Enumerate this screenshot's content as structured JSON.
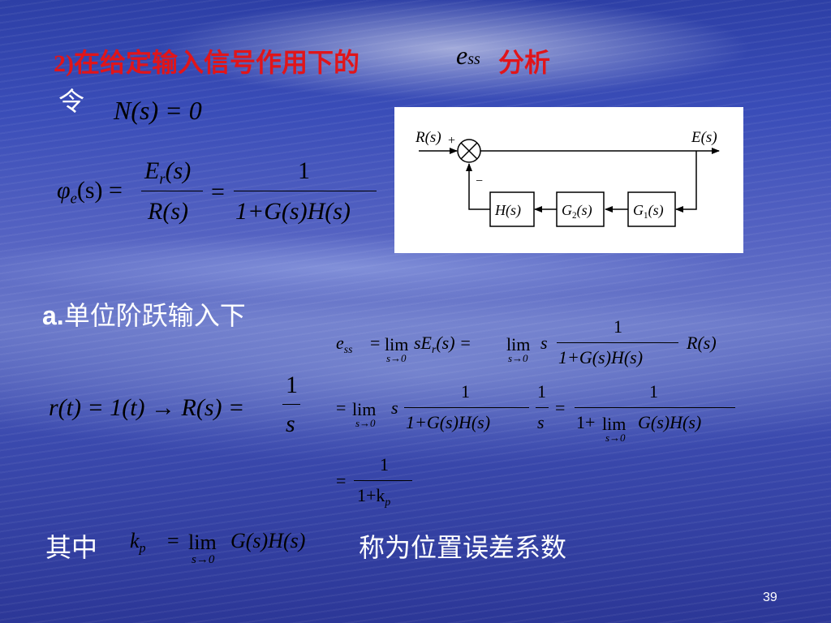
{
  "title": {
    "prefix": "2)",
    "chinese_before": "在给定输入信号作用下的",
    "symbol": "e",
    "symbol_sub": "ss",
    "chinese_after": "分析"
  },
  "let_label": "令",
  "eq_noise": "N(s) = 0",
  "phi": {
    "lhs": "φ",
    "lhs_sub": "e",
    "lhs_arg": "(s) =",
    "num1": "E",
    "num1_sub": "r",
    "num1_arg": "(s)",
    "den1": "R(s)",
    "eq": "=",
    "num2": "1",
    "den2": "1+G(s)H(s)"
  },
  "diagram": {
    "input": "R(s)",
    "output": "E(s)",
    "plus": "+",
    "minus": "−",
    "block_h": "H(s)",
    "block_g2": "G",
    "block_g2_sub": "2",
    "block_g2_arg": "(s)",
    "block_g1": "G",
    "block_g1_sub": "1",
    "block_g1_arg": "(s)"
  },
  "section_a": {
    "prefix": "a.",
    "text": "单位阶跃输入下"
  },
  "step_input": {
    "lhs": "r(t) = 1(t) → R(s) =",
    "num": "1",
    "den": "s"
  },
  "ess_line1": {
    "lhs": "e",
    "lhs_sub": "ss",
    "eq1": "=",
    "lim": "lim",
    "lim_sub": "s→0",
    "body1": "sE",
    "body1_sub": "r",
    "body1_arg": "(s) =",
    "body2": "s",
    "num": "1",
    "den": "1+G(s)H(s)",
    "tail": "R(s)"
  },
  "ess_line2": {
    "eq": "=",
    "lim": "lim",
    "lim_sub": "s→0",
    "s": "s",
    "num1": "1",
    "den1": "1+G(s)H(s)",
    "num2": "1",
    "den2": "s",
    "eq2": "=",
    "num3": "1",
    "den3_a": "1+",
    "den3_lim": "lim",
    "den3_lim_sub": "s→0",
    "den3_b": "G(s)H(s)"
  },
  "ess_line3": {
    "eq": "=",
    "num": "1",
    "den": "1+k",
    "den_sub": "p"
  },
  "kp_line": {
    "prefix": "其中",
    "kp": "k",
    "kp_sub": "p",
    "eq": "=",
    "lim": "lim",
    "lim_sub": "s→0",
    "body": "G(s)H(s)",
    "suffix": "称为位置误差系数"
  },
  "page_number": "39",
  "colors": {
    "title": "#e0151a",
    "white": "#ffffff",
    "math": "#000000"
  }
}
